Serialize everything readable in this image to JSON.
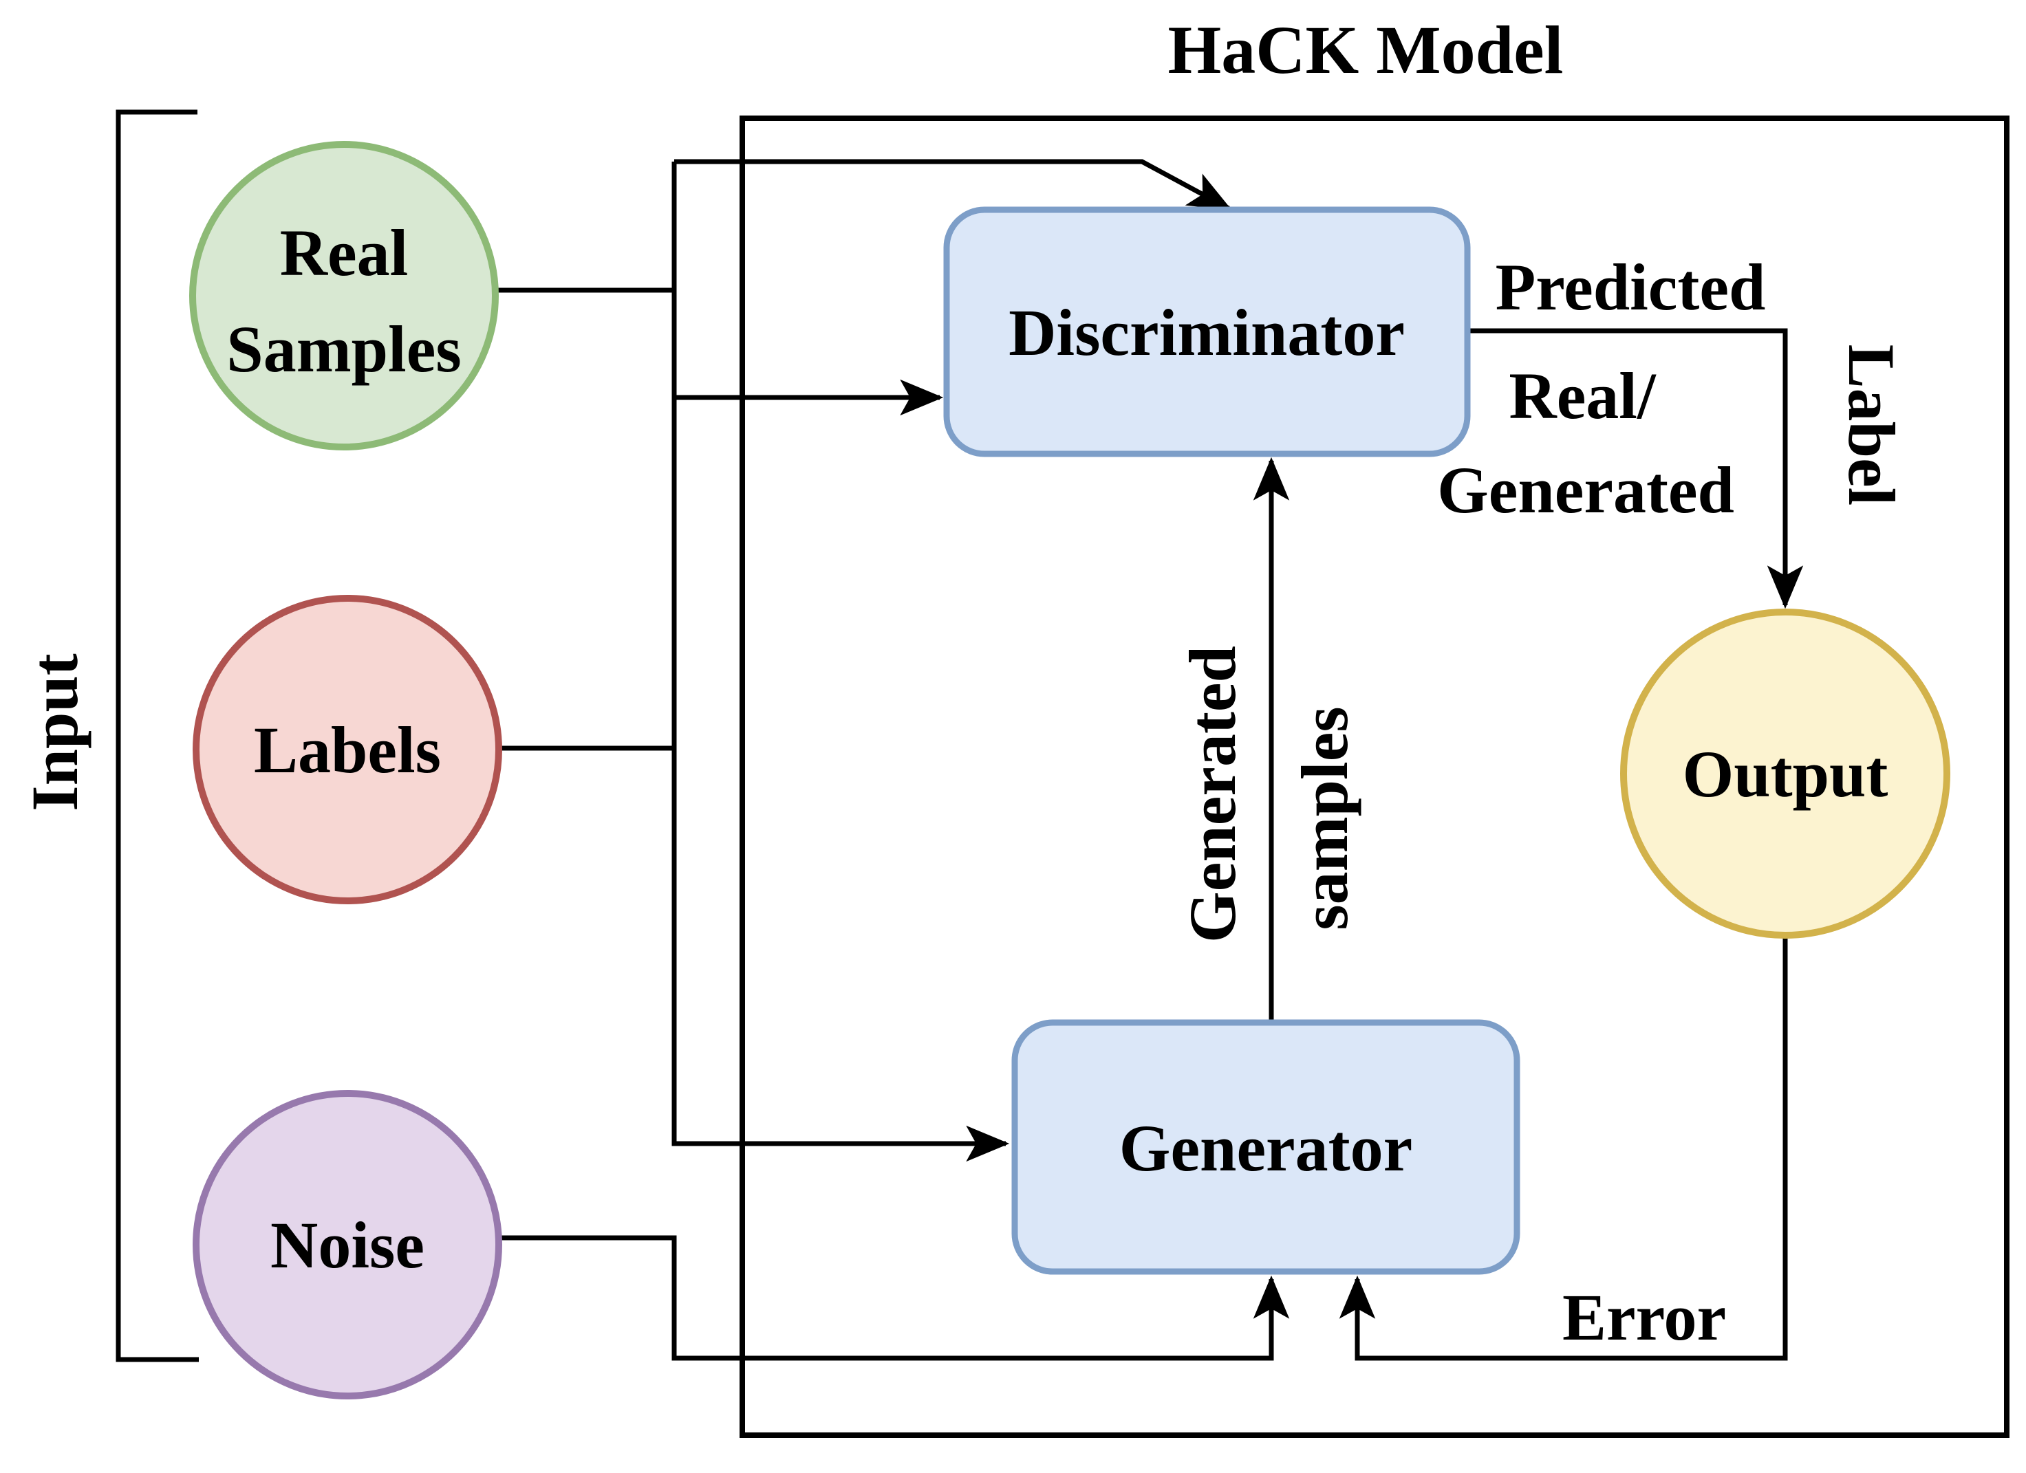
{
  "title": "HaCK Model",
  "input_group": {
    "label": "Input"
  },
  "nodes": {
    "real_samples": {
      "line1": "Real",
      "line2": "Samples"
    },
    "labels": {
      "label": "Labels"
    },
    "noise": {
      "label": "Noise"
    },
    "discriminator": {
      "label": "Discriminator"
    },
    "generator": {
      "label": "Generator"
    },
    "output": {
      "label": "Output"
    }
  },
  "edges": {
    "predicted": {
      "line1": "Predicted",
      "line2": "Real/",
      "line3": "Generated"
    },
    "label_to_output": {
      "label": "Label"
    },
    "generated_samples": {
      "line1": "Generated",
      "line2": "samples"
    },
    "error": {
      "label": "Error"
    }
  },
  "colors": {
    "real_samples_fill": "#d8e8d2",
    "real_samples_stroke": "#8dba76",
    "labels_fill": "#f7d7d3",
    "labels_stroke": "#b05350",
    "noise_fill": "#e4d6eb",
    "noise_stroke": "#9779ad",
    "output_fill": "#fcf3d0",
    "output_stroke": "#d2b24b",
    "model_box_fill": "#dbe7f8",
    "model_box_stroke": "#7d9ec8",
    "line_color": "#000000"
  }
}
